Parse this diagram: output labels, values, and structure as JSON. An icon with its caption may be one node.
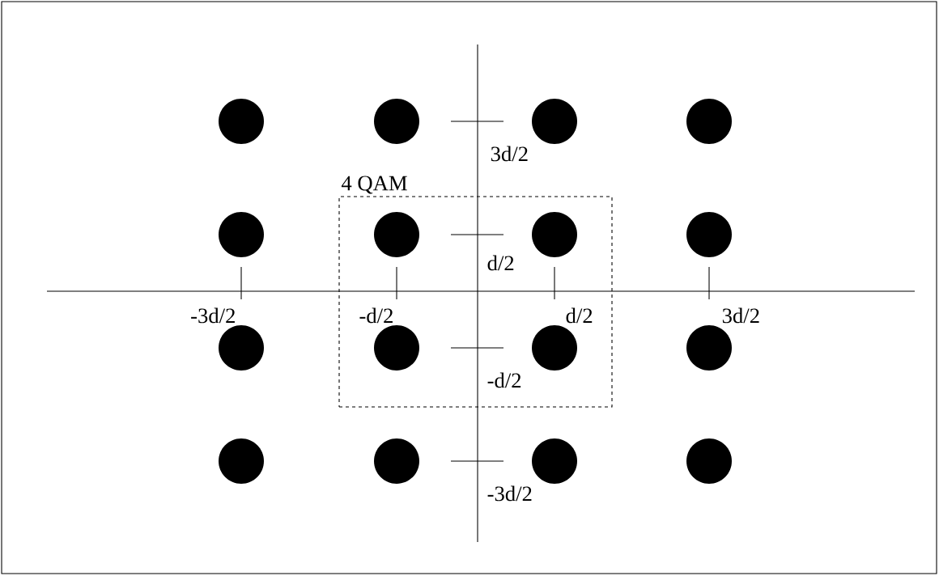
{
  "diagram": {
    "nodes": [
      {
        "text": [
          "4 QAM"
        ]
      },
      {
        "text": [],
        "shape": "circle"
      },
      {
        "text": [],
        "shape": "circle"
      },
      {
        "text": [],
        "shape": "circle"
      },
      {
        "text": [],
        "shape": "circle"
      },
      {
        "text": [],
        "shape": "circle"
      },
      {
        "text": [],
        "shape": "circle",
        "in": 0
      },
      {
        "text": [],
        "shape": "circle",
        "in": 0
      },
      {
        "text": [],
        "shape": "circle"
      },
      {
        "text": [],
        "shape": "circle"
      },
      {
        "text": [],
        "shape": "circle",
        "in": 0
      },
      {
        "text": [],
        "shape": "circle",
        "in": 0
      },
      {
        "text": [],
        "shape": "circle"
      },
      {
        "text": [],
        "shape": "circle"
      },
      {
        "text": [],
        "shape": "circle"
      },
      {
        "text": [],
        "shape": "circle"
      },
      {
        "text": [],
        "shape": "circle"
      }
    ],
    "labels": [
      "3d/2",
      "d/2",
      "-3d/2",
      "-d/2",
      "d/2",
      "3d/2",
      "-d/2",
      "-3d/2"
    ]
  }
}
